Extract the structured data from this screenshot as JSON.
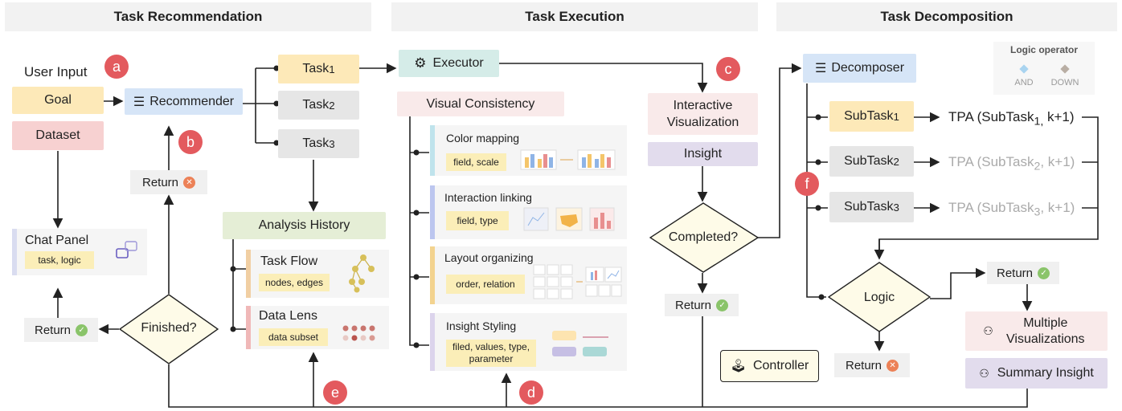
{
  "sections": {
    "recommendation": "Task Recommendation",
    "execution": "Task Execution",
    "decomposition": "Task Decomposition"
  },
  "badges": {
    "a": "a",
    "b": "b",
    "c": "c",
    "d": "d",
    "e": "e",
    "f": "f"
  },
  "left": {
    "user_input": "User Input",
    "goal": "Goal",
    "dataset": "Dataset",
    "recommender": "Recommender",
    "chat_panel": "Chat Panel",
    "chat_tag": "task, logic",
    "return": "Return",
    "finished": "Finished?"
  },
  "tasks": [
    {
      "label": "Task",
      "sub": "1"
    },
    {
      "label": "Task",
      "sub": "2"
    },
    {
      "label": "Task",
      "sub": "3"
    }
  ],
  "history": {
    "title": "Analysis History",
    "task_flow": "Task Flow",
    "task_flow_tag": "nodes, edges",
    "data_lens": "Data Lens",
    "data_lens_tag": "data subset"
  },
  "execution": {
    "executor": "Executor",
    "visual_consistency": "Visual Consistency",
    "cards": [
      {
        "title": "Color mapping",
        "tag": "field, scale"
      },
      {
        "title": "Interaction linking",
        "tag": "field, type"
      },
      {
        "title": "Layout organizing",
        "tag": "order, relation"
      },
      {
        "title": "Insight Styling",
        "tag": "filed, values, type, parameter"
      }
    ],
    "interactive_vis": "Interactive Visualization",
    "insight": "Insight",
    "completed": "Completed?",
    "return": "Return"
  },
  "decomposition": {
    "decomposer": "Decomposer",
    "logic_operator": "Logic operator",
    "and": "AND",
    "down": "DOWN",
    "subtasks": [
      {
        "label": "SubTask",
        "sub": "1",
        "tpa_pre": "TPA (SubTask",
        "tpa_sub": "1,",
        "tpa_post": " k+1)"
      },
      {
        "label": "SubTask",
        "sub": "2",
        "tpa_pre": "TPA (SubTask",
        "tpa_sub": "2",
        "tpa_post": ", k+1)"
      },
      {
        "label": "SubTask",
        "sub": "3",
        "tpa_pre": "TPA (SubTask",
        "tpa_sub": "3",
        "tpa_post": ", k+1)"
      }
    ],
    "logic": "Logic",
    "return_ok": "Return",
    "return_no": "Return",
    "multiple_vis": "Multiple Visualizations",
    "summary_insight": "Summary Insight",
    "controller": "Controller"
  },
  "colors": {
    "badge": "#e35a5e",
    "goal": "#fde9b8",
    "dataset": "#f7d1d1",
    "recommender": "#d6e5f7",
    "executor": "#d5ece8",
    "history": "#e5eed6",
    "insight": "#e2dced",
    "check": "#8ac46a",
    "cross": "#ec8157"
  },
  "icons": {
    "recommender": "list-icon",
    "executor": "gear-icon",
    "decomposer": "list-icon",
    "chat": "chat-icon",
    "controller": "joystick-icon",
    "user": "user-star-icon"
  }
}
